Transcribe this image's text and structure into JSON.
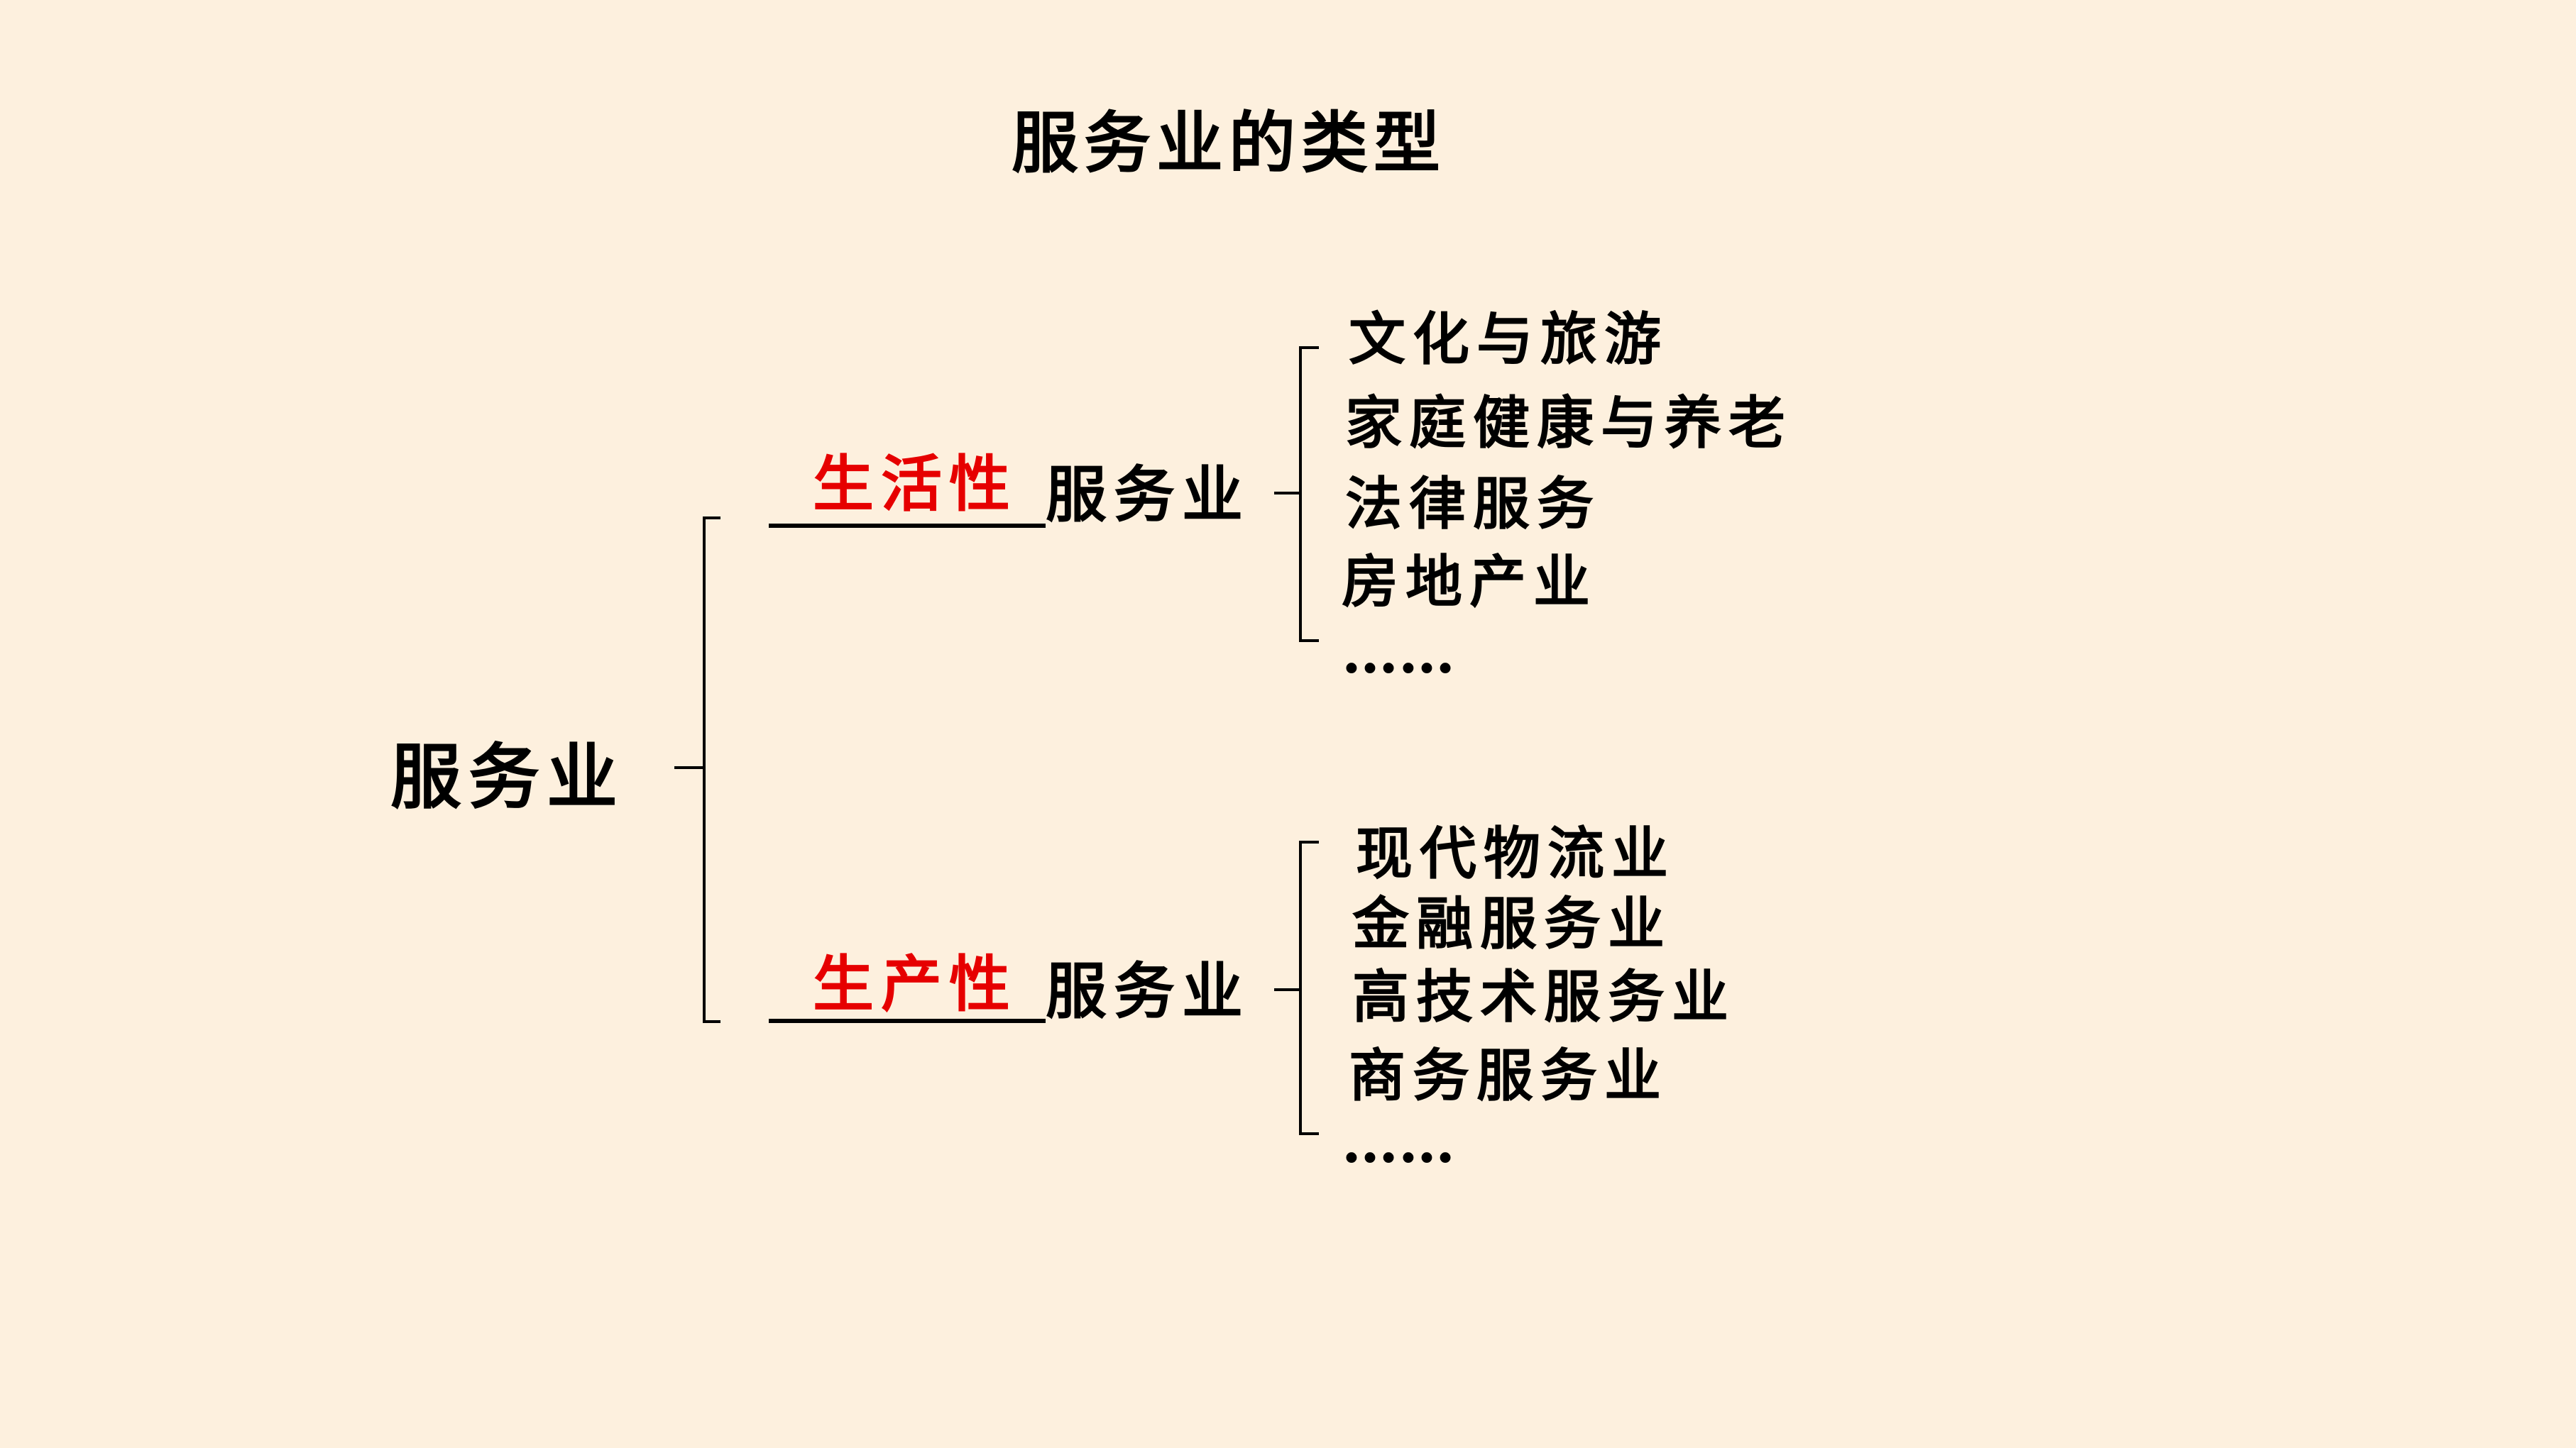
{
  "title": "服务业的类型",
  "root": "服务业",
  "branches": [
    {
      "fill": "生活性",
      "suffix": "服务业",
      "items": [
        "文化与旅游",
        "家庭健康与养老",
        "法律服务",
        "房地产业",
        "……"
      ]
    },
    {
      "fill": "生产性",
      "suffix": "服务业",
      "items": [
        "现代物流业",
        "金融服务业",
        "高技术服务业",
        "商务服务业",
        "……"
      ]
    }
  ],
  "colors": {
    "background": "#fdf0de",
    "answer": "#e60000",
    "text": "#000000"
  }
}
